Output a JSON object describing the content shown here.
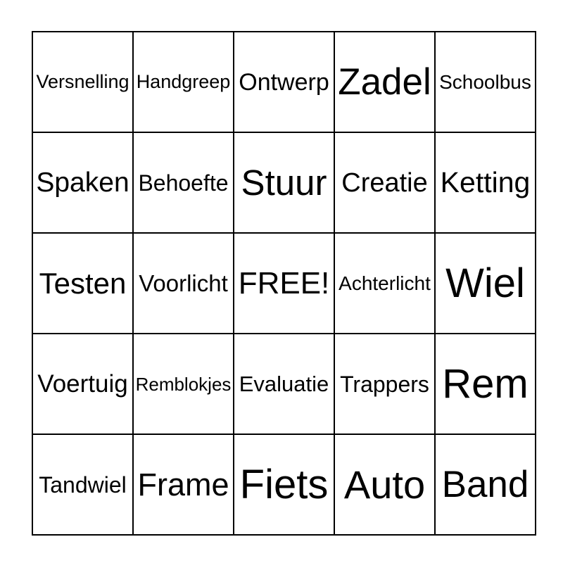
{
  "card": {
    "background_color": "#ffffff",
    "border_color": "#000000",
    "text_color": "#000000",
    "grid_size": "5x5",
    "free_space_label": "FREE!",
    "rows": [
      {
        "cells": [
          {
            "label": "Versnelling",
            "font_px": 27
          },
          {
            "label": "Handgreep",
            "font_px": 27
          },
          {
            "label": "Ontwerp",
            "font_px": 34
          },
          {
            "label": "Zadel",
            "font_px": 53
          },
          {
            "label": "Schoolbus",
            "font_px": 28
          }
        ]
      },
      {
        "cells": [
          {
            "label": "Spaken",
            "font_px": 39
          },
          {
            "label": "Behoefte",
            "font_px": 32
          },
          {
            "label": "Stuur",
            "font_px": 51
          },
          {
            "label": "Creatie",
            "font_px": 38
          },
          {
            "label": "Ketting",
            "font_px": 41
          }
        ]
      },
      {
        "cells": [
          {
            "label": "Testen",
            "font_px": 42
          },
          {
            "label": "Voorlicht",
            "font_px": 33
          },
          {
            "label": "FREE!",
            "font_px": 44
          },
          {
            "label": "Achterlicht",
            "font_px": 28
          },
          {
            "label": "Wiel",
            "font_px": 58
          }
        ]
      },
      {
        "cells": [
          {
            "label": "Voertuig",
            "font_px": 35
          },
          {
            "label": "Remblokjes",
            "font_px": 26
          },
          {
            "label": "Evaluatie",
            "font_px": 31
          },
          {
            "label": "Trappers",
            "font_px": 32
          },
          {
            "label": "Rem",
            "font_px": 58
          }
        ]
      },
      {
        "cells": [
          {
            "label": "Tandwiel",
            "font_px": 32
          },
          {
            "label": "Frame",
            "font_px": 45
          },
          {
            "label": "Fiets",
            "font_px": 58
          },
          {
            "label": "Auto",
            "font_px": 56
          },
          {
            "label": "Band",
            "font_px": 53
          }
        ]
      }
    ]
  }
}
